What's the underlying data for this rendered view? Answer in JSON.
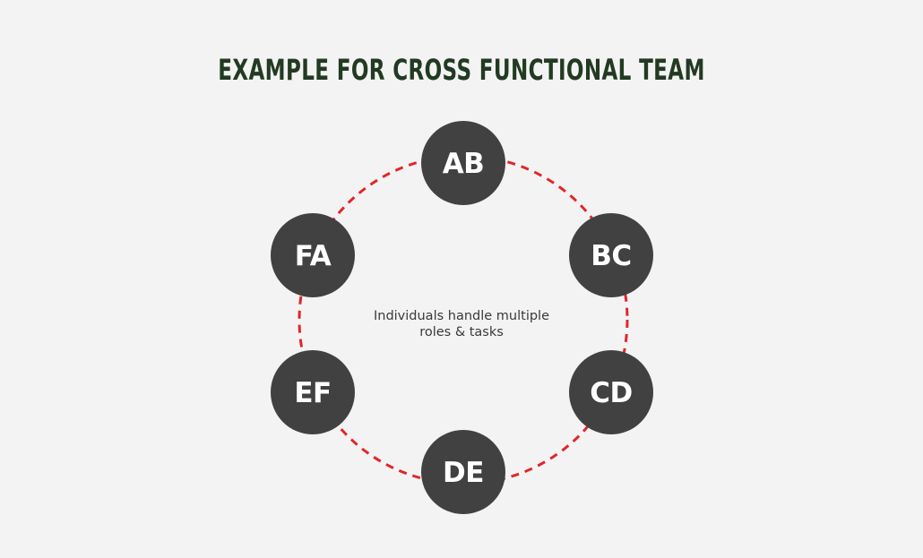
{
  "title": "EXAMPLE FOR CROSS FUNCTIONAL TEAM",
  "center_text": {
    "line1": "Individuals handle multiple",
    "line2": "roles & tasks"
  },
  "nodes": [
    {
      "label": "AB"
    },
    {
      "label": "BC"
    },
    {
      "label": "CD"
    },
    {
      "label": "DE"
    },
    {
      "label": "EF"
    },
    {
      "label": "FA"
    }
  ],
  "colors": {
    "background": "#f3f3f3",
    "title": "#223a22",
    "node_fill": "#414141",
    "node_text": "#ffffff",
    "ring": "#e0262b",
    "center_text": "#3a3a3a"
  }
}
